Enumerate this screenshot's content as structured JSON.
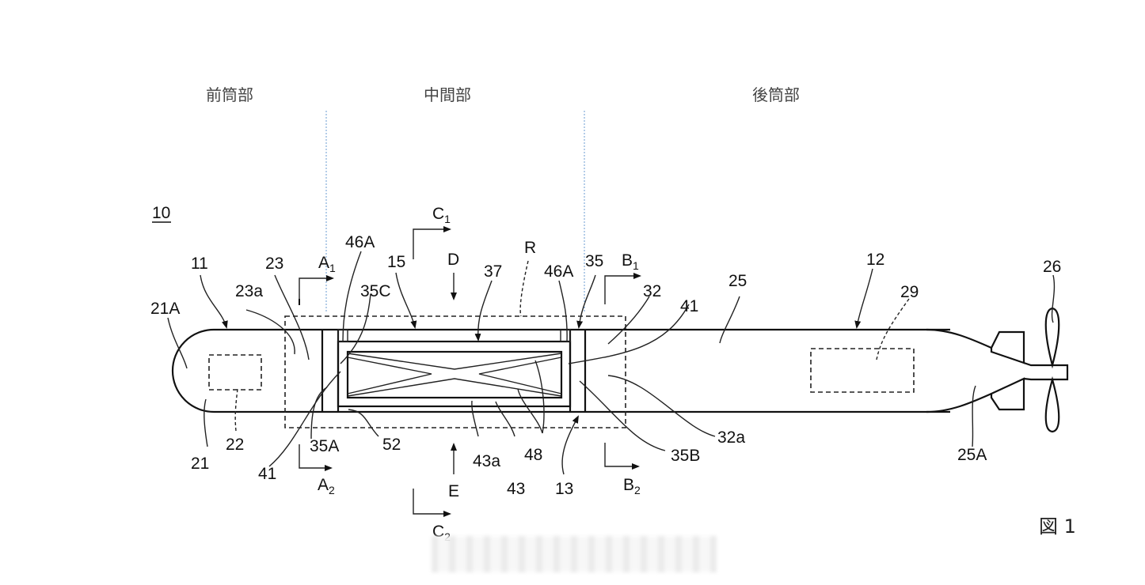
{
  "figure": {
    "title": "図 1",
    "device_ref": "10",
    "sections": {
      "front": "前筒部",
      "middle": "中間部",
      "rear": "後筒部"
    },
    "labels": {
      "l11": "11",
      "l21A": "21A",
      "l21": "21",
      "l22": "22",
      "l23": "23",
      "l23a": "23a",
      "l46A_left": "46A",
      "l46A_right": "46A",
      "l35C": "35C",
      "l15": "15",
      "l37": "37",
      "lR": "R",
      "l35": "35",
      "l32": "32",
      "l41_right": "41",
      "l41_left": "41",
      "l25": "25",
      "l12": "12",
      "l29": "29",
      "l26": "26",
      "l25A": "25A",
      "l35A": "35A",
      "l52": "52",
      "l43a": "43a",
      "l43": "43",
      "l48": "48",
      "l13": "13",
      "l35B": "35B",
      "l32a": "32a",
      "lD": "D",
      "lE": "E"
    },
    "section_markers": {
      "A1": {
        "letter": "A",
        "sub": "1"
      },
      "A2": {
        "letter": "A",
        "sub": "2"
      },
      "B1": {
        "letter": "B",
        "sub": "1"
      },
      "B2": {
        "letter": "B",
        "sub": "2"
      },
      "C1": {
        "letter": "C",
        "sub": "1"
      },
      "C2": {
        "letter": "C",
        "sub": "2"
      }
    }
  }
}
